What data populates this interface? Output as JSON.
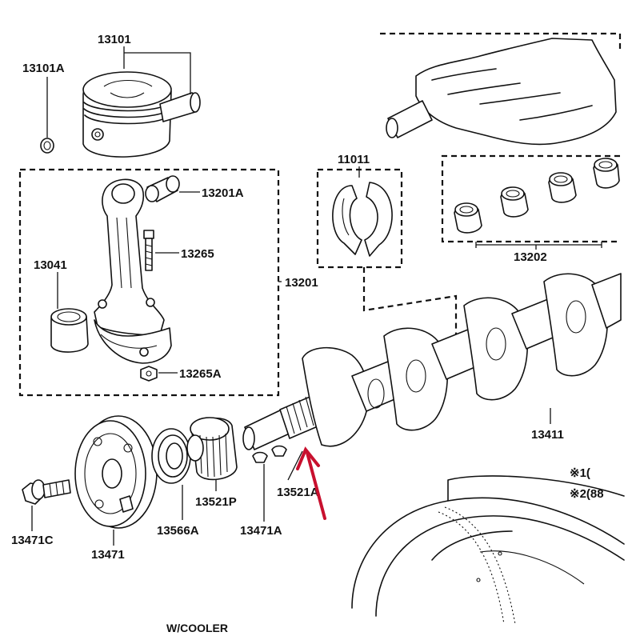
{
  "labels": {
    "piston": "13101",
    "piston_ring_clip": "13101A",
    "bushing": "13201A",
    "rod_bolt": "13265",
    "rod_bearing": "13041",
    "rod_assembly": "13201",
    "rod_nut": "13265A",
    "thrust_washer": "11011",
    "main_bearing": "13202",
    "crankshaft": "13411",
    "pulley_bolt": "13471C",
    "pulley": "13471",
    "seal_ring": "13566A",
    "timing_gear": "13521P",
    "key": "13471A",
    "crank_key": "13521A"
  },
  "notes": {
    "note1": "※1(",
    "note2": "※2(88"
  },
  "caption": "W/COOLER",
  "colors": {
    "line": "#111111",
    "highlight_arrow": "#c8102e",
    "background": "#ffffff"
  }
}
